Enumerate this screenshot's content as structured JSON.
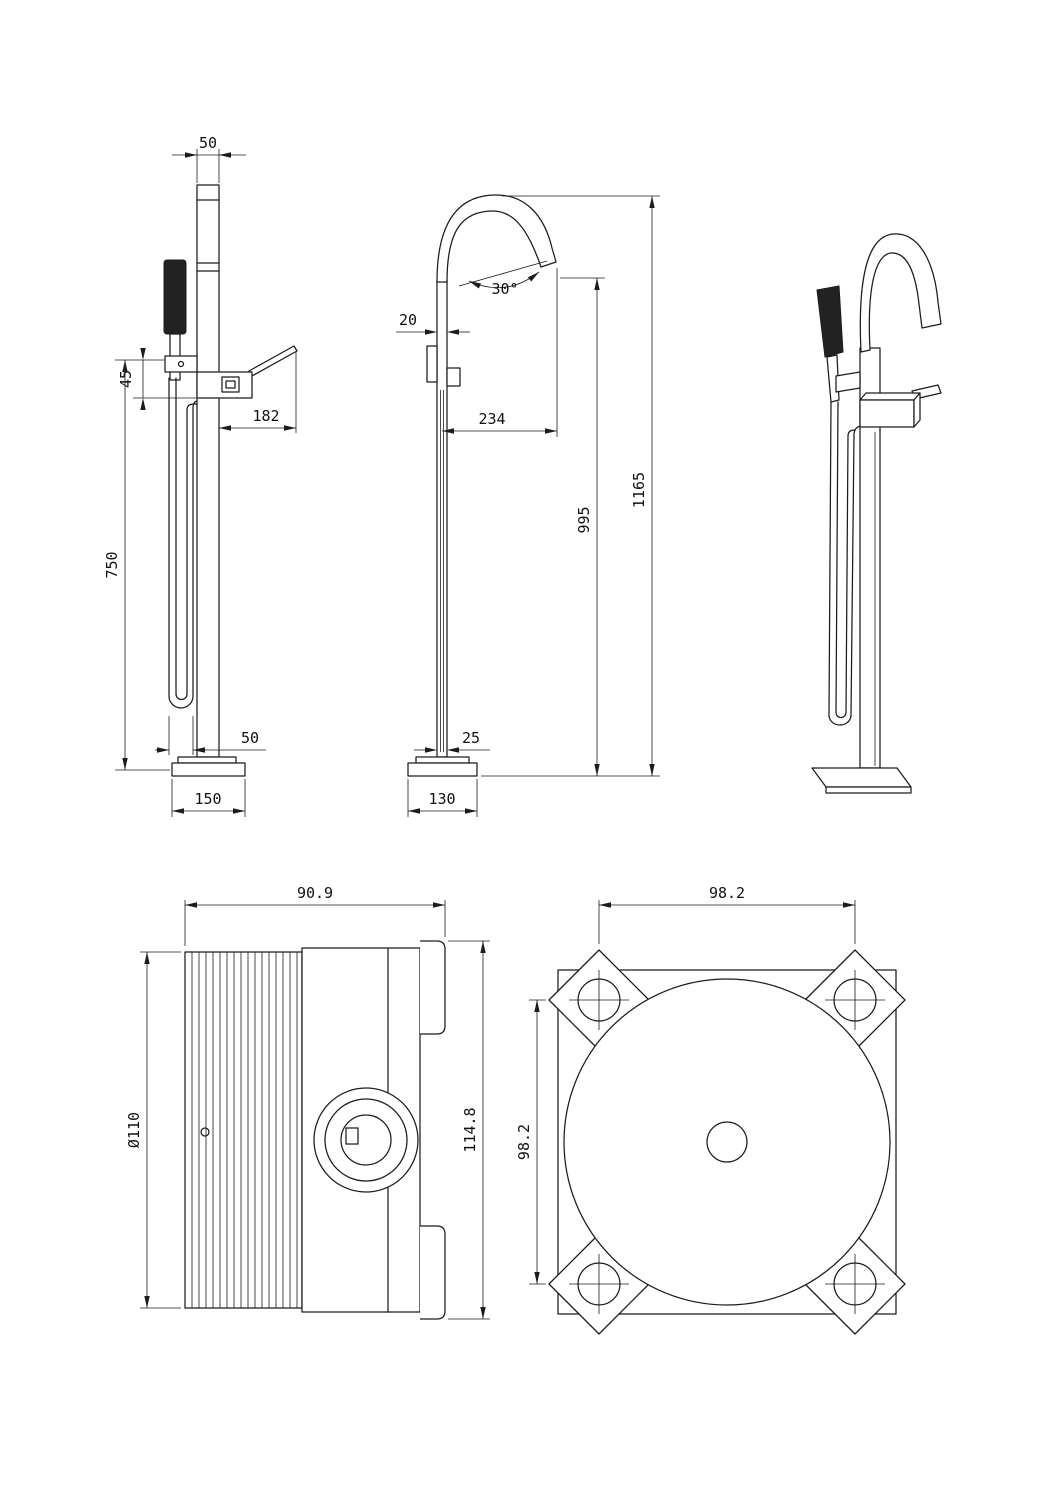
{
  "views": {
    "side": {
      "dims": {
        "top_width": "50",
        "bracket_height": "45",
        "lever_reach": "182",
        "column_height": "750",
        "hose_offset": "50",
        "base_width": "150"
      }
    },
    "front": {
      "dims": {
        "column_width": "20",
        "spout_angle": "30°",
        "spout_reach": "234",
        "outlet_height": "995",
        "overall_height": "1165",
        "lower_column_width": "25",
        "base_width": "130"
      }
    },
    "valve_side": {
      "dims": {
        "depth": "90.9",
        "diameter": "Ø110",
        "height": "114.8"
      }
    },
    "valve_front": {
      "dims": {
        "hole_spacing_x": "98.2",
        "hole_spacing_y": "98.2"
      }
    }
  }
}
